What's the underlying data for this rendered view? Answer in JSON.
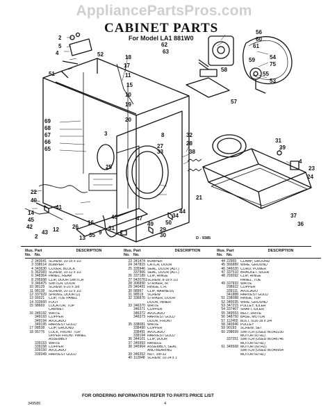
{
  "watermark": "AppliancePartsPros.com",
  "title": "CABINET PARTS",
  "subtitle": "For Model LA1 881W0",
  "diagram_ref": "D - 9385",
  "callouts": [
    "2",
    "5",
    "4",
    "52",
    "51",
    "18",
    "17",
    "56",
    "60",
    "61",
    "62",
    "63",
    "59",
    "58",
    "54",
    "75",
    "55",
    "53",
    "57",
    "11",
    "15",
    "10",
    "19",
    "20",
    "3",
    "69",
    "68",
    "67",
    "66",
    "65",
    "8",
    "27",
    "32",
    "28",
    "33",
    "31",
    "39",
    "4",
    "23",
    "24",
    "25",
    "38",
    "22",
    "40",
    "41",
    "14",
    "45",
    "42",
    "44",
    "34",
    "50",
    "49",
    "29",
    "30",
    "21",
    "37",
    "36",
    "46",
    "47",
    "31",
    "9",
    "35",
    "13",
    "16",
    "26",
    "43",
    "2",
    "12"
  ],
  "legend": {
    "headers": {
      "illus_part_no": "Illus. No.",
      "part_no": "Part No.",
      "description": "DESCRIPTION"
    },
    "col1": [
      [
        "2",
        "343641",
        "SCREW, 10-16 x 1/2"
      ],
      [
        "3",
        "338614",
        "BUMPER"
      ],
      [
        "4",
        "343630",
        "COVER, BLOCK"
      ],
      [
        "5",
        "362083",
        "SCREW, 10-12 x 1/2"
      ],
      [
        "6",
        "348364",
        "PANEL, REAR"
      ],
      [
        "8",
        "295998",
        "CLIP, DOOR SWITCH"
      ],
      [
        "9",
        "346475",
        "SWITCH, DOOR"
      ],
      [
        "10",
        "98129",
        "SCREW, 6-20 x 3/8"
      ],
      [
        "11",
        "98138",
        "SCREW, 10-12 x 1/2"
      ],
      [
        "12",
        "337929",
        "SPRING, DOOR (2)"
      ],
      [
        "13",
        "99321",
        "CLIP, TOE PANEL"
      ],
      [
        "14",
        "333660",
        "FOOT"
      ],
      [
        "15",
        "98669",
        "LOCATOR, TOP"
      ],
      [
        "",
        "",
        "CABINET"
      ],
      [
        "16",
        "349192",
        "WHITE"
      ],
      [
        "",
        "349193",
        "COPPER"
      ],
      [
        "",
        "349194",
        "AVOCADO"
      ],
      [
        "",
        "349195",
        "HARVEST GOLD"
      ],
      [
        "17",
        "98538",
        "CLIP, GROUND"
      ],
      [
        "18",
        "95776",
        "LOCK, FRONT TOP"
      ],
      [
        "",
        "",
        "UPPER FRONT PANEL"
      ],
      [
        "",
        "",
        "ASSEMBLY"
      ],
      [
        "",
        "339153",
        "WHITE"
      ],
      [
        "",
        "339158",
        "COPPER"
      ],
      [
        "",
        "339150",
        "AVOCADO"
      ],
      [
        "",
        "339349",
        "HARVEST GOLD"
      ]
    ],
    "col2": [
      [
        "23",
        "341474",
        "BUMPER"
      ],
      [
        "24",
        "347815",
        "CATCH, DOOR"
      ],
      [
        "25",
        "335946",
        "SEAL, DOOR (ALT.)"
      ],
      [
        "",
        "337966",
        "SEAL, DOOR (ALT.)"
      ],
      [
        "26",
        "337189",
        "CLIP, HINGE"
      ],
      [
        "27",
        "9420761",
        "SCREW, 8-18 x 1/2"
      ],
      [
        "28",
        "306890",
        "STRIKER, IR"
      ],
      [
        "29",
        "340491",
        "HINGE, L.H."
      ],
      [
        "30",
        "98997",
        "CLIP, HARNESS"
      ],
      [
        "31",
        "98519",
        "SCREW"
      ],
      [
        "32",
        "336876",
        "STRIKER, DOOR"
      ],
      [
        "",
        "",
        "DOOR, INNER"
      ],
      [
        "33",
        "346370",
        "WHITE"
      ],
      [
        "",
        "346371",
        "COPPER"
      ],
      [
        "",
        "346372",
        "AVOCADO"
      ],
      [
        "",
        "346373",
        "HARVEST GOLD"
      ],
      [
        "",
        "",
        "DOOR, FRONT"
      ],
      [
        "35",
        "338081",
        "WHITE"
      ],
      [
        "",
        "338490",
        "COPPER"
      ],
      [
        "",
        "338491",
        "AVOCADO"
      ],
      [
        "",
        "339194",
        "HARVEST GOLD"
      ],
      [
        "36",
        "344101",
        "CLIP, DOOR"
      ],
      [
        "37",
        "345993",
        "HANDLE"
      ],
      [
        "38",
        "345964",
        "ASSEMBLY, SEAL"
      ],
      [
        "",
        "",
        "AND BEARING"
      ],
      [
        "39",
        "346352",
        "NUT, 3/8-32"
      ],
      [
        "40",
        "112848",
        "SCREW, 10-24 x 1"
      ]
    ],
    "col3": [
      [
        "44",
        "22965",
        "CLAMP, GROUND"
      ],
      [
        "45",
        "366889",
        "WIRE, GROUND"
      ],
      [
        "46",
        "346020",
        "CORD, POWER"
      ],
      [
        "47",
        "337510",
        "BRACKET, IDLER"
      ],
      [
        "48",
        "293092",
        "CLIP, HINGE"
      ],
      [
        "",
        "",
        "PANEL, TOE"
      ],
      [
        "49",
        "337833",
        "WHITE"
      ],
      [
        "",
        "298922",
        "COPPER"
      ],
      [
        "",
        "339111",
        "AVOCADO"
      ],
      [
        "",
        "341888",
        "HARVEST GOLD"
      ],
      [
        "51",
        "238088",
        "HINGE, TOP"
      ],
      [
        "52",
        "340035",
        "WIRE, GROUND"
      ],
      [
        "53",
        "347215",
        "PULLEY, IDLER"
      ],
      [
        "54",
        "337407",
        "SHAFT, IDLER"
      ],
      [
        "55",
        "349553",
        "BELT, DRIVE"
      ],
      [
        "56",
        "348750",
        "BASE, MOTOR"
      ],
      [
        "57",
        "112455",
        "BOLT, 5/16-18 x 3/4"
      ],
      [
        "58",
        "340946",
        "PULLEY"
      ],
      [
        "59",
        "90193",
        "SCREW, SET"
      ],
      [
        "60",
        "298699",
        "SWITCH (USED W/343230"
      ],
      [
        "",
        "",
        "MOTOR 60 HZ)"
      ],
      [
        "",
        "337251",
        "SWITCH (USED W/346746"
      ],
      [
        "",
        "",
        "MOTOR 60 HZ)"
      ],
      [
        "61",
        "349568",
        "MOTOR (60 HZ)"
      ],
      [
        "",
        "",
        "SWITCH (USED W/349954"
      ],
      [
        "",
        "",
        "MOTOR 60 HZ)"
      ]
    ]
  },
  "footer": "FOR ORDERING INFORMATION REFER TO PARTS PRICE LIST",
  "doc_no": "349585",
  "page_no": "4"
}
